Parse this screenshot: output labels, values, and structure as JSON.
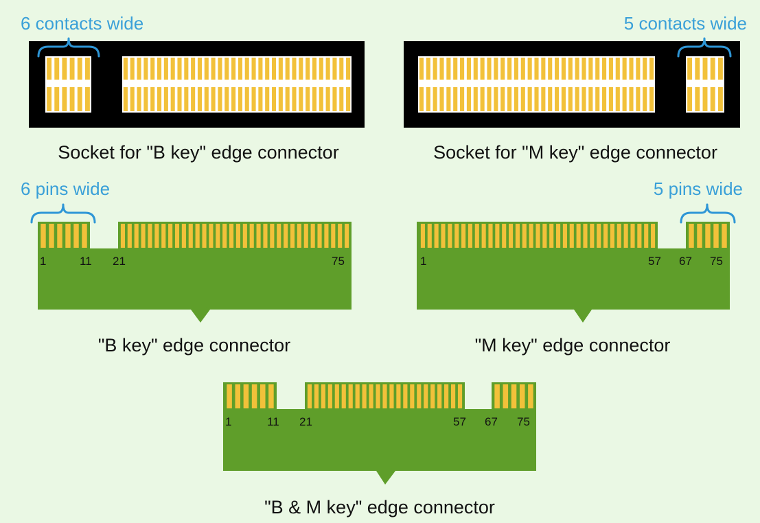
{
  "colors": {
    "background": "#eaf8e4",
    "socket": "#000000",
    "socket_slot": "#ffffff",
    "contact": "#f2c13a",
    "board": "#5f9e2a",
    "annotation": "#3aa0d8",
    "text": "#111111"
  },
  "socket_b": {
    "caption": "Socket for \"B key\" edge connector",
    "annotation": "6 contacts wide"
  },
  "socket_m": {
    "caption": "Socket for \"M key\" edge connector",
    "annotation": "5 contacts wide"
  },
  "connector_b": {
    "caption": "\"B key\" edge connector",
    "annotation": "6 pins wide",
    "pin_labels": [
      "1",
      "11",
      "21",
      "75"
    ]
  },
  "connector_m": {
    "caption": "\"M key\" edge connector",
    "annotation": "5 pins wide",
    "pin_labels": [
      "1",
      "57",
      "67",
      "75"
    ]
  },
  "connector_bm": {
    "caption": "\"B & M key\" edge connector",
    "pin_labels": [
      "1",
      "11",
      "21",
      "57",
      "67",
      "75"
    ]
  }
}
